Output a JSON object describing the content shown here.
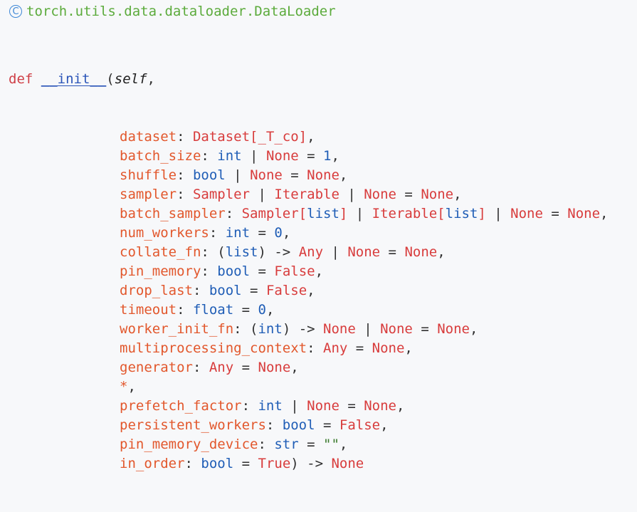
{
  "header": {
    "icon_letter": "C",
    "qualified_name": "torch.utils.data.dataloader.DataLoader"
  },
  "signature": {
    "def_keyword": "def",
    "function_name": "__init__",
    "open_paren": "(",
    "self_param": "self",
    "first_line_tail": ",",
    "params": [
      {
        "segs": [
          [
            "pname",
            "dataset"
          ],
          [
            "op",
            ": "
          ],
          [
            "ty-c",
            "Dataset[_T_co]"
          ],
          [
            "op",
            ","
          ]
        ]
      },
      {
        "segs": [
          [
            "pname",
            "batch_size"
          ],
          [
            "op",
            ": "
          ],
          [
            "ty-b",
            "int"
          ],
          [
            "op",
            " | "
          ],
          [
            "con",
            "None"
          ],
          [
            "op",
            " = "
          ],
          [
            "num",
            "1"
          ],
          [
            "op",
            ","
          ]
        ]
      },
      {
        "segs": [
          [
            "pname",
            "shuffle"
          ],
          [
            "op",
            ": "
          ],
          [
            "ty-b",
            "bool"
          ],
          [
            "op",
            " | "
          ],
          [
            "con",
            "None"
          ],
          [
            "op",
            " = "
          ],
          [
            "con",
            "None"
          ],
          [
            "op",
            ","
          ]
        ]
      },
      {
        "segs": [
          [
            "pname",
            "sampler"
          ],
          [
            "op",
            ": "
          ],
          [
            "ty-c",
            "Sampler"
          ],
          [
            "op",
            " | "
          ],
          [
            "ty-c",
            "Iterable"
          ],
          [
            "op",
            " | "
          ],
          [
            "con",
            "None"
          ],
          [
            "op",
            " = "
          ],
          [
            "con",
            "None"
          ],
          [
            "op",
            ","
          ]
        ]
      },
      {
        "segs": [
          [
            "pname",
            "batch_sampler"
          ],
          [
            "op",
            ": "
          ],
          [
            "ty-c",
            "Sampler["
          ],
          [
            "ty-b",
            "list"
          ],
          [
            "ty-c",
            "]"
          ],
          [
            "op",
            " | "
          ],
          [
            "ty-c",
            "Iterable["
          ],
          [
            "ty-b",
            "list"
          ],
          [
            "ty-c",
            "]"
          ],
          [
            "op",
            " | "
          ],
          [
            "con",
            "None"
          ],
          [
            "op",
            " = "
          ],
          [
            "con",
            "None"
          ],
          [
            "op",
            ","
          ]
        ]
      },
      {
        "segs": [
          [
            "pname",
            "num_workers"
          ],
          [
            "op",
            ": "
          ],
          [
            "ty-b",
            "int"
          ],
          [
            "op",
            " = "
          ],
          [
            "num",
            "0"
          ],
          [
            "op",
            ","
          ]
        ]
      },
      {
        "segs": [
          [
            "pname",
            "collate_fn"
          ],
          [
            "op",
            ": ("
          ],
          [
            "ty-b",
            "list"
          ],
          [
            "op",
            ") -> "
          ],
          [
            "ty-c",
            "Any"
          ],
          [
            "op",
            " | "
          ],
          [
            "con",
            "None"
          ],
          [
            "op",
            " = "
          ],
          [
            "con",
            "None"
          ],
          [
            "op",
            ","
          ]
        ]
      },
      {
        "segs": [
          [
            "pname",
            "pin_memory"
          ],
          [
            "op",
            ": "
          ],
          [
            "ty-b",
            "bool"
          ],
          [
            "op",
            " = "
          ],
          [
            "con",
            "False"
          ],
          [
            "op",
            ","
          ]
        ]
      },
      {
        "segs": [
          [
            "pname",
            "drop_last"
          ],
          [
            "op",
            ": "
          ],
          [
            "ty-b",
            "bool"
          ],
          [
            "op",
            " = "
          ],
          [
            "con",
            "False"
          ],
          [
            "op",
            ","
          ]
        ]
      },
      {
        "segs": [
          [
            "pname",
            "timeout"
          ],
          [
            "op",
            ": "
          ],
          [
            "ty-b",
            "float"
          ],
          [
            "op",
            " = "
          ],
          [
            "num",
            "0"
          ],
          [
            "op",
            ","
          ]
        ]
      },
      {
        "segs": [
          [
            "pname",
            "worker_init_fn"
          ],
          [
            "op",
            ": ("
          ],
          [
            "ty-b",
            "int"
          ],
          [
            "op",
            ") -> "
          ],
          [
            "con",
            "None"
          ],
          [
            "op",
            " | "
          ],
          [
            "con",
            "None"
          ],
          [
            "op",
            " = "
          ],
          [
            "con",
            "None"
          ],
          [
            "op",
            ","
          ]
        ]
      },
      {
        "segs": [
          [
            "pname",
            "multiprocessing_context"
          ],
          [
            "op",
            ": "
          ],
          [
            "ty-c",
            "Any"
          ],
          [
            "op",
            " = "
          ],
          [
            "con",
            "None"
          ],
          [
            "op",
            ","
          ]
        ]
      },
      {
        "segs": [
          [
            "pname",
            "generator"
          ],
          [
            "op",
            ": "
          ],
          [
            "ty-c",
            "Any"
          ],
          [
            "op",
            " = "
          ],
          [
            "con",
            "None"
          ],
          [
            "op",
            ","
          ]
        ]
      },
      {
        "segs": [
          [
            "pname",
            "*"
          ],
          [
            "op",
            ","
          ]
        ]
      },
      {
        "segs": [
          [
            "pname",
            "prefetch_factor"
          ],
          [
            "op",
            ": "
          ],
          [
            "ty-b",
            "int"
          ],
          [
            "op",
            " | "
          ],
          [
            "con",
            "None"
          ],
          [
            "op",
            " = "
          ],
          [
            "con",
            "None"
          ],
          [
            "op",
            ","
          ]
        ]
      },
      {
        "segs": [
          [
            "pname",
            "persistent_workers"
          ],
          [
            "op",
            ": "
          ],
          [
            "ty-b",
            "bool"
          ],
          [
            "op",
            " = "
          ],
          [
            "con",
            "False"
          ],
          [
            "op",
            ","
          ]
        ]
      },
      {
        "segs": [
          [
            "pname",
            "pin_memory_device"
          ],
          [
            "op",
            ": "
          ],
          [
            "ty-b",
            "str"
          ],
          [
            "op",
            " = "
          ],
          [
            "str",
            "\"\""
          ],
          [
            "op",
            ","
          ]
        ]
      },
      {
        "segs": [
          [
            "pname",
            "in_order"
          ],
          [
            "op",
            ": "
          ],
          [
            "ty-b",
            "bool"
          ],
          [
            "op",
            " = "
          ],
          [
            "con",
            "True"
          ],
          [
            "op",
            ") -> "
          ],
          [
            "con",
            "None"
          ]
        ]
      }
    ]
  }
}
